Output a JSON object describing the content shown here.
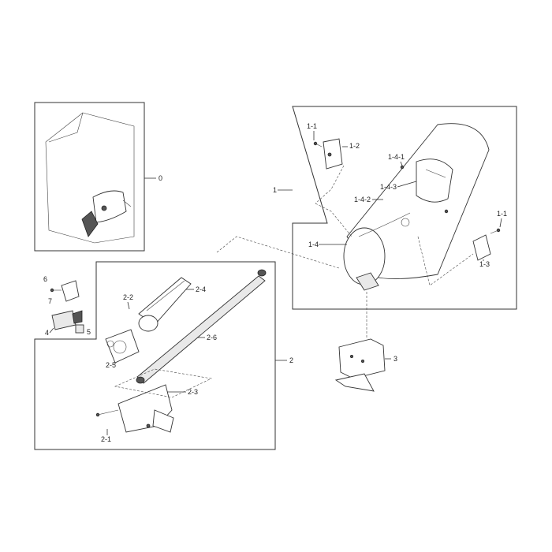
{
  "callouts": {
    "c0": "0",
    "c1": "1",
    "c1_1a": "1-1",
    "c1_2": "1-2",
    "c1_4_1": "1-4-1",
    "c1_4_3": "1-4-3",
    "c1_4_2": "1-4-2",
    "c1_4": "1-4",
    "c1_1b": "1-1",
    "c1_3": "1-3",
    "c2": "2",
    "c2_1": "2-1",
    "c2_2": "2-2",
    "c2_3": "2-3",
    "c2_4": "2-4",
    "c2_5": "2-5",
    "c2_6": "2-6",
    "c3": "3",
    "c4": "4",
    "c5": "5",
    "c6": "6",
    "c7": "7"
  }
}
